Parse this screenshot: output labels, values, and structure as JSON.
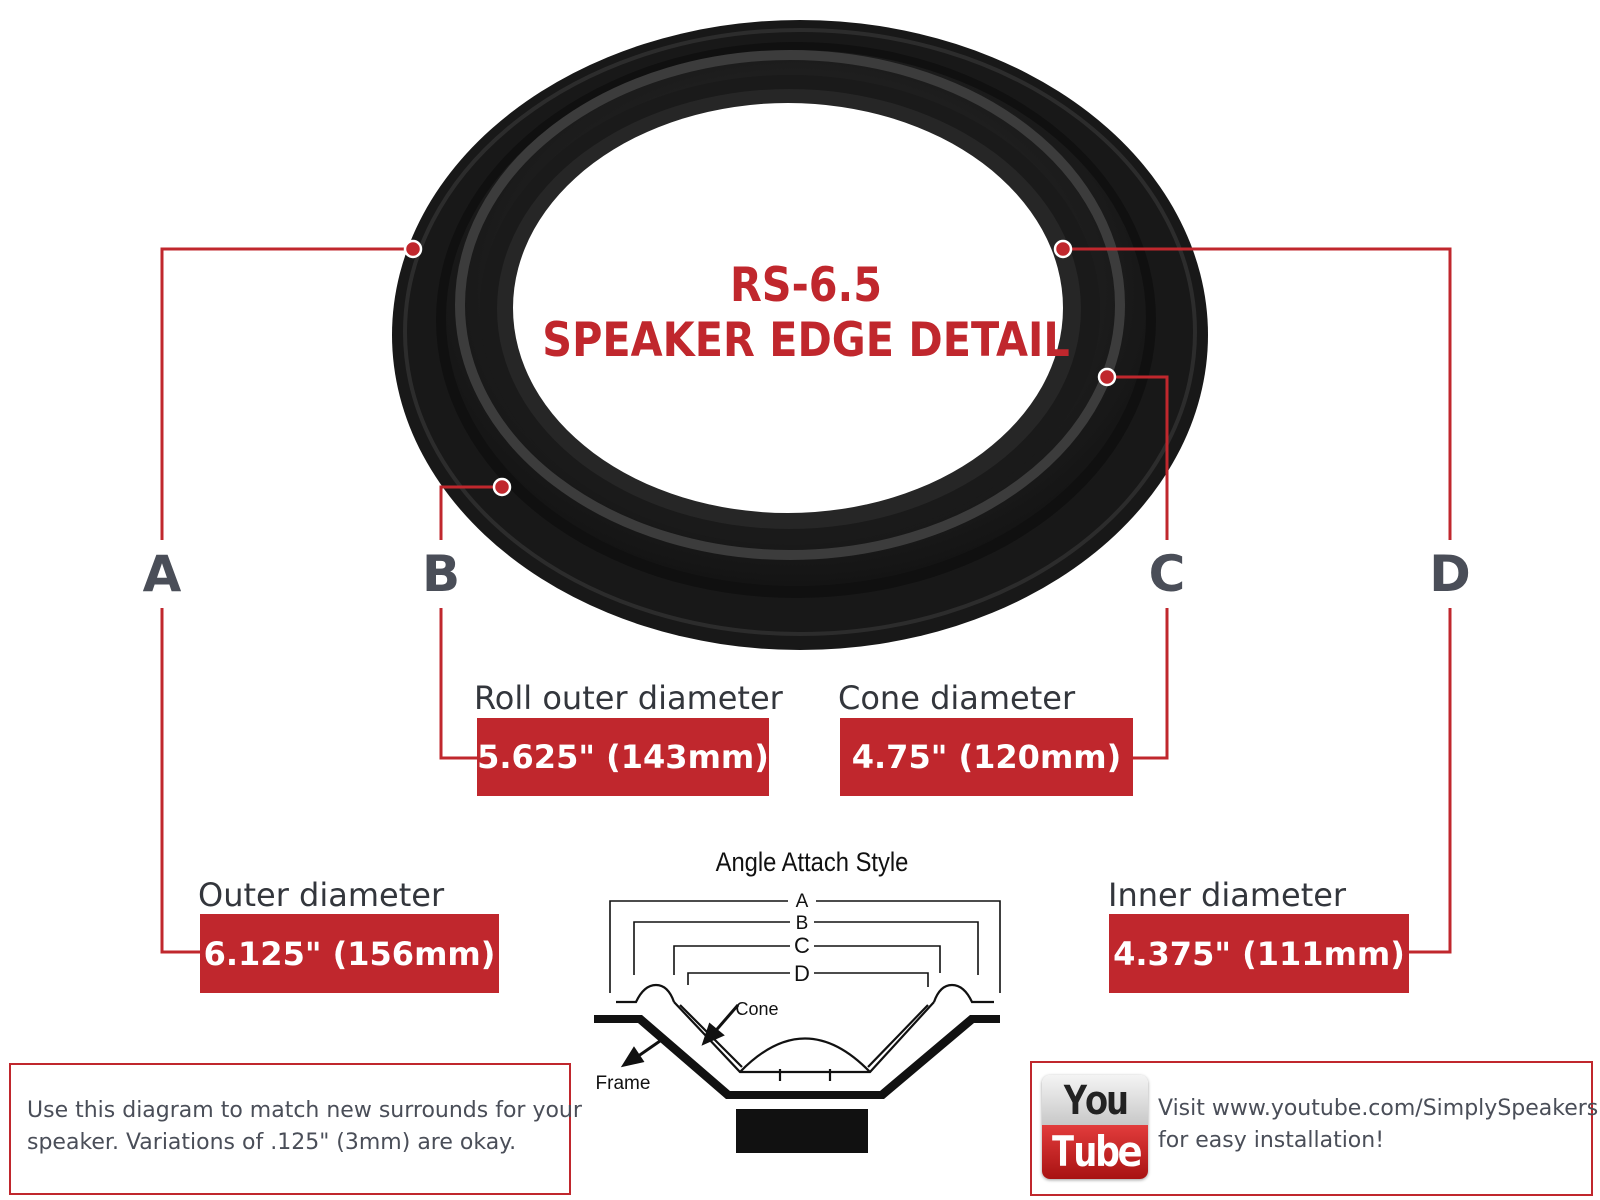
{
  "title": {
    "line1": "RS-6.5",
    "line2": "SPEAKER EDGE DETAIL"
  },
  "colors": {
    "accent": "#c0272d",
    "letters": "#4a4e58",
    "ring": "#1a1a1a"
  },
  "dimensions": {
    "a": {
      "letter": "A",
      "label": "Outer diameter",
      "value": "6.125\" (156mm)"
    },
    "b": {
      "letter": "B",
      "label": "Roll outer diameter",
      "value": "5.625\" (143mm)"
    },
    "c": {
      "letter": "C",
      "label": "Cone diameter",
      "value": "4.75\" (120mm)"
    },
    "d": {
      "letter": "D",
      "label": "Inner diameter",
      "value": "4.375\" (111mm)"
    }
  },
  "cross_section": {
    "title": "Angle Attach Style",
    "letters": [
      "A",
      "B",
      "C",
      "D"
    ],
    "cone_label": "Cone",
    "frame_label": "Frame"
  },
  "note": {
    "line1": "Use this diagram to match new surrounds for your",
    "line2": "speaker. Variations of .125\" (3mm) are okay."
  },
  "youtube": {
    "logo_top": "You",
    "logo_bottom": "Tube",
    "line1": "Visit www.youtube.com/SimplySpeakers",
    "line2": "for easy installation!"
  }
}
